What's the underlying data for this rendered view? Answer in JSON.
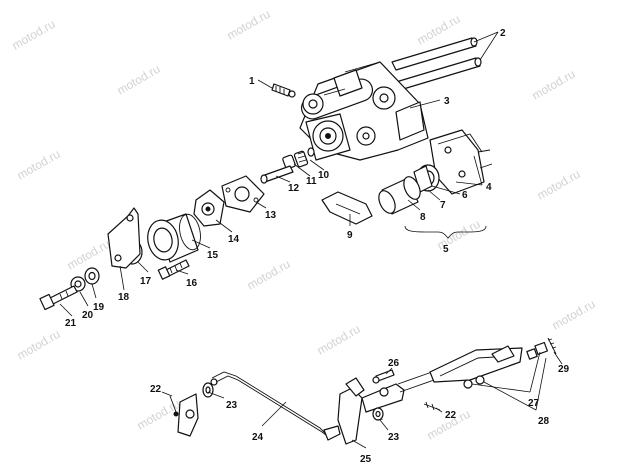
{
  "watermark": "motod.ru",
  "callouts": [
    "1",
    "2",
    "3",
    "4",
    "5",
    "6",
    "7",
    "8",
    "9",
    "10",
    "11",
    "12",
    "13",
    "14",
    "15",
    "16",
    "17",
    "18",
    "19",
    "20",
    "21",
    "22",
    "22",
    "23",
    "23",
    "24",
    "25",
    "26",
    "27",
    "28",
    "29"
  ]
}
